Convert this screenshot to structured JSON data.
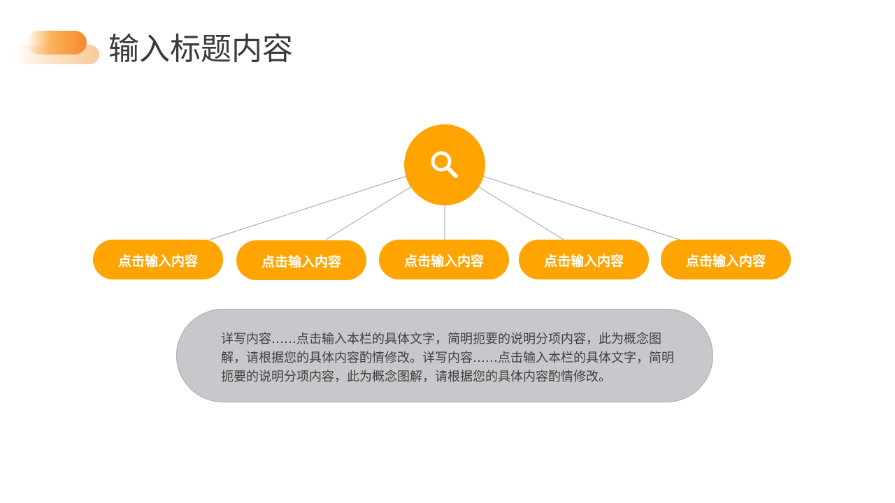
{
  "header": {
    "title": "输入标题内容"
  },
  "hub": {
    "icon": "search-icon",
    "color": "#ffa400"
  },
  "items": [
    {
      "label": "点击输入内容"
    },
    {
      "label": "点击输入内容"
    },
    {
      "label": "点击输入内容"
    },
    {
      "label": "点击输入内容"
    },
    {
      "label": "点击输入内容"
    }
  ],
  "description": {
    "text": "详写内容……点击输入本栏的具体文字，简明扼要的说明分项内容，此为概念图解，请根据您的具体内容酌情修改。详写内容……点击输入本栏的具体文字，简明扼要的说明分项内容，此为概念图解，请根据您的具体内容酌情修改。"
  },
  "colors": {
    "accent": "#ffa400",
    "title_decoration": "#f5892a",
    "description_background": "#c6c8cb",
    "connector_line": "#b0b0b0"
  }
}
